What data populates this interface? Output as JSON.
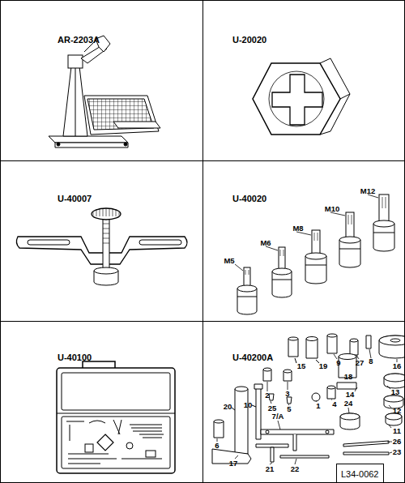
{
  "diagram": {
    "nodes": [
      {
        "text": [
          "AR-2203A"
        ]
      },
      {
        "text": [
          "U-20020"
        ]
      },
      {
        "text": [
          "U-40007"
        ]
      },
      {
        "text": [
          "U-40020"
        ]
      },
      {
        "text": [
          "U-40100"
        ]
      },
      {
        "text": [
          "U-40200A"
        ]
      },
      {
        "text": [
          "L34-0062"
        ],
        "in": 5
      }
    ],
    "labels": [
      "M12",
      "M10",
      "M8",
      "M6",
      "M5",
      "15",
      "19",
      "9",
      "27",
      "8",
      "16",
      "18",
      "2",
      "3",
      "14",
      "13",
      "20",
      "10",
      "4",
      "12",
      "25",
      "5",
      "1",
      "24",
      "11",
      "7/A",
      "6",
      "26",
      "23",
      "17",
      "21",
      "22"
    ]
  }
}
